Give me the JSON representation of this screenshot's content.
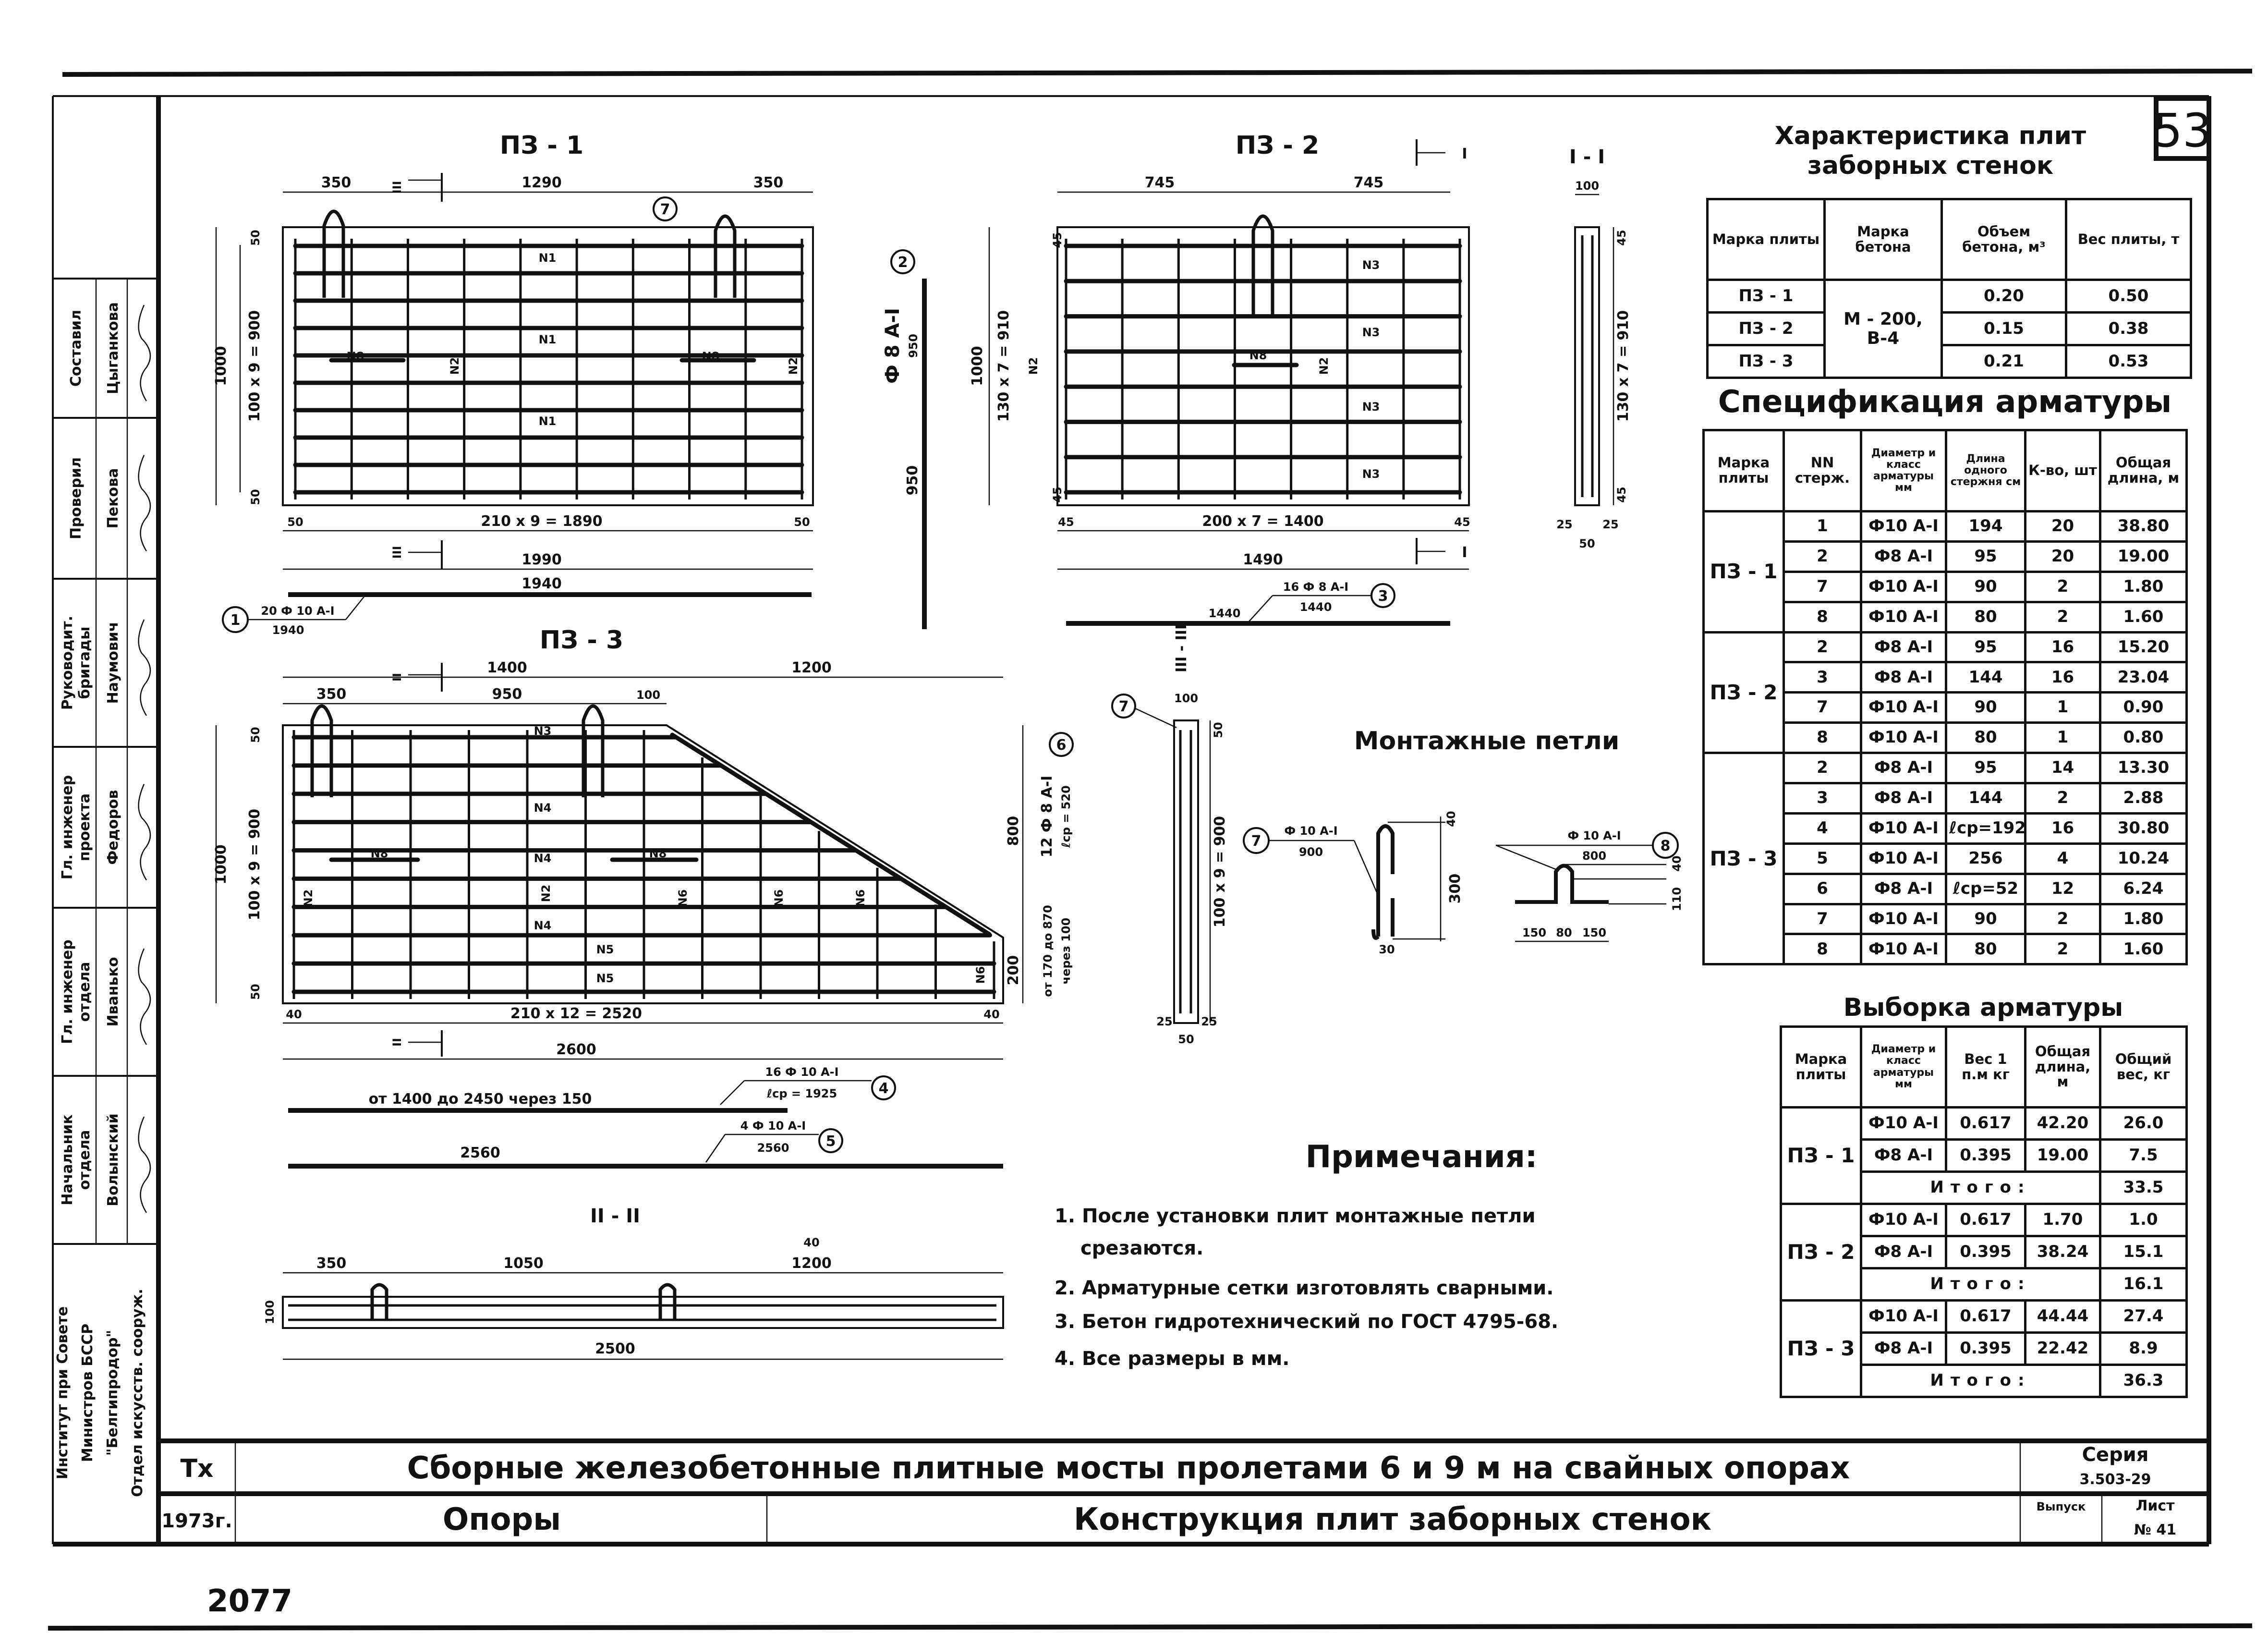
{
  "sheet_number": "53",
  "pz1": {
    "title": "ПЗ - 1",
    "dim_left": "350",
    "dim_mid": "1290",
    "dim_right": "350",
    "height": "1000",
    "spacing": "100 x 9 = 900",
    "edge_top": "50",
    "edge_bottom": "50",
    "edge_l": "50",
    "edge_r": "50",
    "grid": "210 x 9 = 1890",
    "width": "1990",
    "bar1_len_top": "1940",
    "bar1_spec": "20 Ф 10 А-I",
    "bar1_len": "1940",
    "bar1_pos": "1",
    "bar2_spec": "Ф 8 А-I",
    "bar2_len": "950",
    "bar2_len2": "950",
    "bar2_pos": "2",
    "loop_pos": "7",
    "n1": "N1",
    "n2": "N2",
    "n8": "N8",
    "section_mark": "III"
  },
  "pz2": {
    "title": "ПЗ - 2",
    "dim_left": "745",
    "dim_right": "745",
    "height": "1000",
    "spacing": "130 x 7 = 910",
    "edge_top": "45",
    "edge_bottom": "45",
    "edge_l": "45",
    "edge_r": "45",
    "grid": "200 x 7 = 1400",
    "width": "1490",
    "bar3_spec": "16 Ф 8 А-I",
    "bar3_len": "1440",
    "bar3_len2": "1440",
    "bar3_pos": "3",
    "n2": "N2",
    "n3": "N3",
    "n8": "N8",
    "section_mark": "I"
  },
  "section1": {
    "title": "I - I",
    "width": "100",
    "edge_top": "45",
    "edge_bottom": "45",
    "spacing": "130 x 7 = 910",
    "cover_l": "25",
    "cover_r": "25",
    "core": "50"
  },
  "pz3": {
    "title": "ПЗ - 3",
    "dim_a": "1400",
    "dim_b": "1200",
    "dim_c": "350",
    "dim_d": "950",
    "dim_e": "100",
    "height": "1000",
    "spacing": "100 x 9 = 900",
    "edge_top": "50",
    "edge_bottom": "50",
    "right_upper": "800",
    "right_lower": "200",
    "bar6_spec": "12 Ф 8 А-I",
    "bar6_len": "ℓср = 520",
    "bar6_range": "от 170 до 870",
    "bar6_step": "через 100",
    "bar6_pos": "6",
    "edge_l": "40",
    "edge_r": "40",
    "grid": "210 x 12 = 2520",
    "width": "2600",
    "bar4_note": "от 1400 до 2450 через 150",
    "bar4_spec": "16 Ф 10 А-I",
    "bar4_len": "ℓср = 1925",
    "bar4_pos": "4",
    "bar5_len_top": "2560",
    "bar5_spec": "4 Ф 10 А-I",
    "bar5_len": "2560",
    "bar5_pos": "5",
    "n2": "N2",
    "n3": "N3",
    "n4": "N4",
    "n5": "N5",
    "n6": "N6",
    "n8": "N8",
    "section_mark": "II"
  },
  "section3": {
    "title": "III - III",
    "loop_pos": "7",
    "width": "100",
    "edge_top": "50",
    "spacing": "100 x 9 = 900",
    "cover_l": "25",
    "cover_r": "25",
    "core": "50"
  },
  "loops": {
    "title": "Монтажные петли",
    "loop7": {
      "pos": "7",
      "spec": "Ф 10 А-I",
      "len": "900",
      "top": "40",
      "height": "300",
      "width": "30"
    },
    "loop8": {
      "pos": "8",
      "spec": "Ф 10 А-I",
      "len": "800",
      "top": "40",
      "height": "110",
      "left": "150",
      "mid": "80",
      "right": "150"
    }
  },
  "section2": {
    "title": "II - II",
    "dim_a": "350",
    "dim_b": "1050",
    "dim_c": "1200",
    "dim_d": "40",
    "thick": "100",
    "length": "2500"
  },
  "characteristics": {
    "title_line1": "Характеристика плит",
    "title_line2": "заборных стенок",
    "headers": [
      "Марка плиты",
      "Марка бетона",
      "Объем бетона, м³",
      "Вес плиты, т"
    ],
    "concrete_grade": "М - 200, В-4",
    "rows": [
      {
        "mark": "ПЗ - 1",
        "volume": "0.20",
        "weight": "0.50"
      },
      {
        "mark": "ПЗ - 2",
        "volume": "0.15",
        "weight": "0.38"
      },
      {
        "mark": "ПЗ - 3",
        "volume": "0.21",
        "weight": "0.53"
      }
    ]
  },
  "specification": {
    "title": "Спецификация арматуры",
    "headers": [
      "Марка плиты",
      "NN стерж.",
      "Диаметр и класс арматуры мм",
      "Длина одного стержня см",
      "К-во, шт",
      "Общая длина, м"
    ],
    "groups": [
      {
        "mark": "ПЗ - 1",
        "rows": [
          [
            "1",
            "Ф10 А-I",
            "194",
            "20",
            "38.80"
          ],
          [
            "2",
            "Ф8 А-I",
            "95",
            "20",
            "19.00"
          ],
          [
            "7",
            "Ф10 А-I",
            "90",
            "2",
            "1.80"
          ],
          [
            "8",
            "Ф10 А-I",
            "80",
            "2",
            "1.60"
          ]
        ]
      },
      {
        "mark": "ПЗ - 2",
        "rows": [
          [
            "2",
            "Ф8 А-I",
            "95",
            "16",
            "15.20"
          ],
          [
            "3",
            "Ф8 А-I",
            "144",
            "16",
            "23.04"
          ],
          [
            "7",
            "Ф10 А-I",
            "90",
            "1",
            "0.90"
          ],
          [
            "8",
            "Ф10 А-I",
            "80",
            "1",
            "0.80"
          ]
        ]
      },
      {
        "mark": "ПЗ - 3",
        "rows": [
          [
            "2",
            "Ф8 А-I",
            "95",
            "14",
            "13.30"
          ],
          [
            "3",
            "Ф8 А-I",
            "144",
            "2",
            "2.88"
          ],
          [
            "4",
            "Ф10 А-I",
            "ℓср=192.5",
            "16",
            "30.80"
          ],
          [
            "5",
            "Ф10 А-I",
            "256",
            "4",
            "10.24"
          ],
          [
            "6",
            "Ф8 А-I",
            "ℓср=52",
            "12",
            "6.24"
          ],
          [
            "7",
            "Ф10 А-I",
            "90",
            "2",
            "1.80"
          ],
          [
            "8",
            "Ф10 А-I",
            "80",
            "2",
            "1.60"
          ]
        ]
      }
    ]
  },
  "selection": {
    "title": "Выборка арматуры",
    "headers": [
      "Марка плиты",
      "Диаметр и класс арматуры мм",
      "Вес 1 п.м кг",
      "Общая длина, м",
      "Общий вес, кг"
    ],
    "total_label": "Итого:",
    "groups": [
      {
        "mark": "ПЗ - 1",
        "rows": [
          [
            "Ф10 А-I",
            "0.617",
            "42.20",
            "26.0"
          ],
          [
            "Ф8 А-I",
            "0.395",
            "19.00",
            "7.5"
          ]
        ],
        "total": "33.5"
      },
      {
        "mark": "ПЗ - 2",
        "rows": [
          [
            "Ф10 А-I",
            "0.617",
            "1.70",
            "1.0"
          ],
          [
            "Ф8 А-I",
            "0.395",
            "38.24",
            "15.1"
          ]
        ],
        "total": "16.1"
      },
      {
        "mark": "ПЗ - 3",
        "rows": [
          [
            "Ф10 А-I",
            "0.617",
            "44.44",
            "27.4"
          ],
          [
            "Ф8 А-I",
            "0.395",
            "22.42",
            "8.9"
          ]
        ],
        "total": "36.3"
      }
    ]
  },
  "notes": {
    "title": "Примечания:",
    "items": [
      "1. После установки плит монтажные петли",
      "срезаются.",
      "2. Арматурные сетки изготовлять сварными.",
      "3. Бетон гидротехнический по ГОСТ 4795-68.",
      "4. Все размеры в мм."
    ]
  },
  "stamp": {
    "rows": [
      {
        "role": "Составил",
        "name": "Цыганкова"
      },
      {
        "role": "Проверил",
        "name": "Пекова"
      },
      {
        "role": "Руководит. бригады",
        "name": "Наумович"
      },
      {
        "role": "Гл. инженер проекта",
        "name": "Федоров"
      },
      {
        "role": "Гл. инженер отдела",
        "name": "Иванько"
      },
      {
        "role": "Начальник отдела",
        "name": "Волынский"
      }
    ],
    "org": [
      "Институт при Совете",
      "Министров БССР",
      "\"Белгипродор\"",
      "Отдел искусств. сооруж."
    ]
  },
  "title_block": {
    "code": "Тх",
    "year": "1973г.",
    "project": "Сборные железобетонные плитные мосты пролетами 6 и 9 м на свайных опорах",
    "section": "Опоры",
    "sheet_title": "Конструкция плит заборных стенок",
    "series_label": "Серия",
    "series": "3.503-29",
    "issue_label": "Выпуск",
    "sheet_label": "Лист",
    "sheet_no": "№ 41"
  },
  "archive_number": "2077"
}
